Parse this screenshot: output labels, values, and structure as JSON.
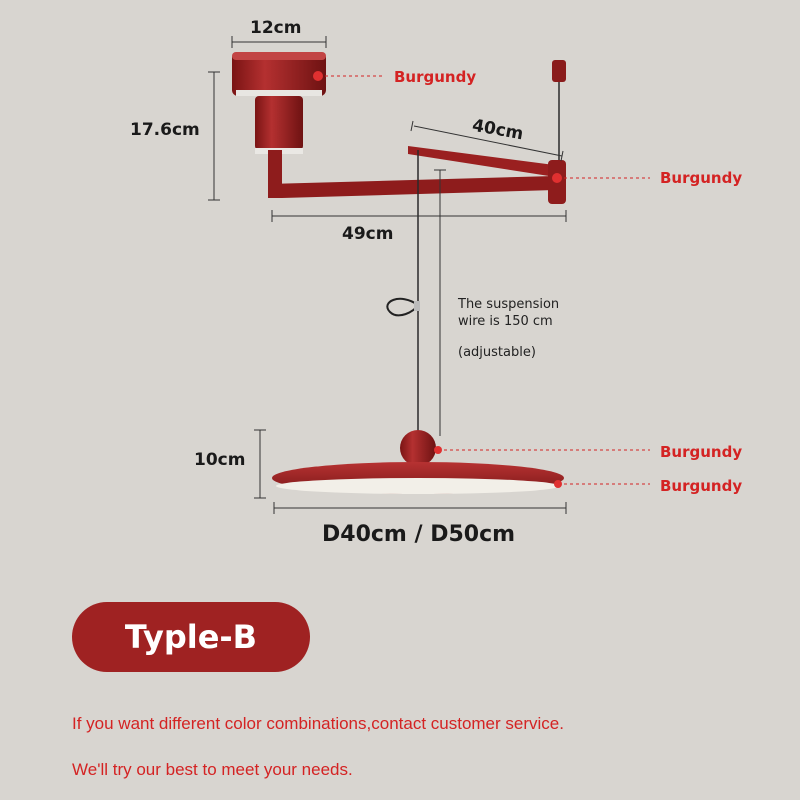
{
  "dimensions": {
    "top_width": "12cm",
    "mount_height": "17.6cm",
    "arm_length": "40cm",
    "total_reach": "49cm",
    "shade_height": "10cm",
    "shade_diameter": "D40cm / D50cm"
  },
  "color_labels": {
    "canopy": "Burgundy",
    "arm_joint": "Burgundy",
    "shade_ball": "Burgundy",
    "shade_rim": "Burgundy"
  },
  "suspension_note": {
    "line1": "The suspension",
    "line2": "wire is 150 cm",
    "line3": "(adjustable)"
  },
  "type_badge": "Typle-B",
  "footer": {
    "line1": "If you want different color combinations,contact customer service.",
    "line2": "We'll try our best to meet your needs."
  },
  "colors": {
    "background": "#d8d5d0",
    "burgundy": "#9f2222",
    "accent_red": "#d42323"
  }
}
